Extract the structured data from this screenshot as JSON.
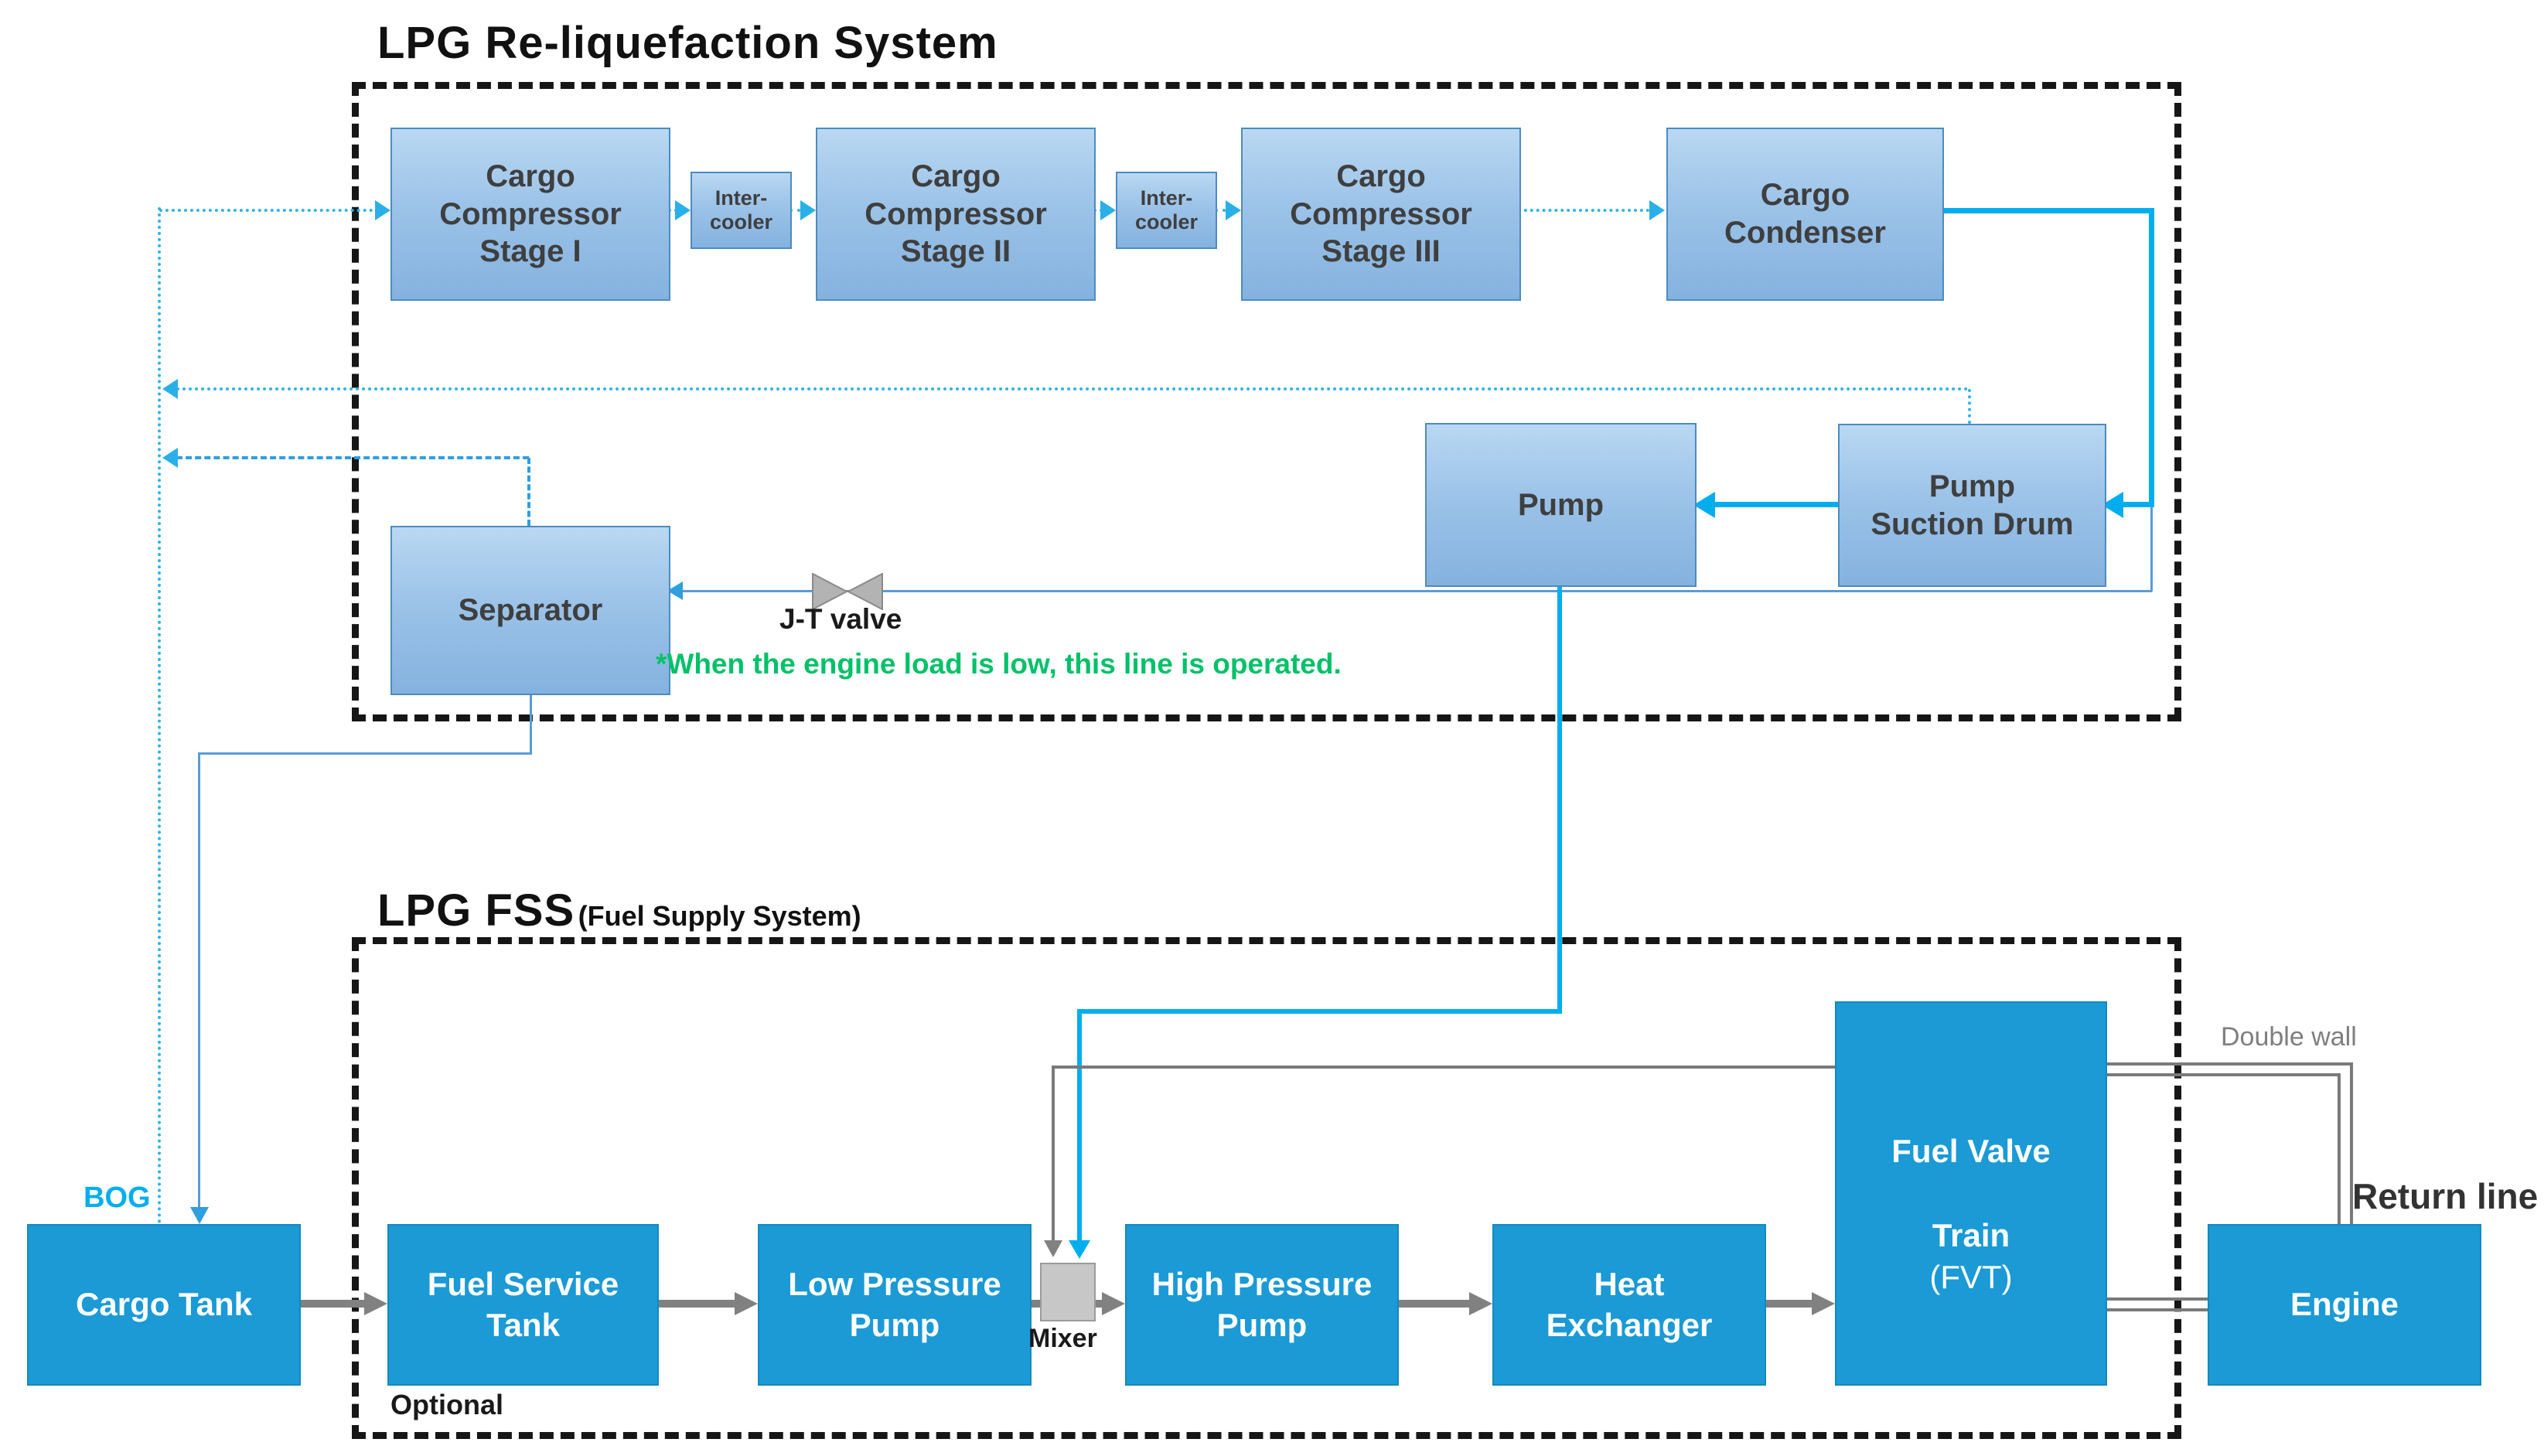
{
  "titles": {
    "reliq": "LPG Re-liquefaction System",
    "fss_main": "LPG FSS",
    "fss_sub": "(Fuel Supply System)"
  },
  "reliq": {
    "stage1": "Cargo\nCompressor\nStage I",
    "intercooler1": "Inter-\ncooler",
    "stage2": "Cargo\nCompressor\nStage II",
    "intercooler2": "Inter-\ncooler",
    "stage3": "Cargo\nCompressor\nStage III",
    "condenser": "Cargo\nCondenser",
    "pump": "Pump",
    "pump_suction_drum": "Pump\nSuction Drum",
    "separator": "Separator",
    "jt_valve_label": "J-T valve",
    "note_green": "*When the engine load is low, this line is operated."
  },
  "fss": {
    "cargo_tank": "Cargo Tank",
    "fuel_service_tank": "Fuel Service\nTank",
    "low_pressure_pump": "Low Pressure\nPump",
    "mixer_label": "Mixer",
    "high_pressure_pump": "High Pressure\nPump",
    "heat_exchanger": "Heat\nExchanger",
    "fvt_line1": "Fuel Valve",
    "fvt_line2_bold": "Train",
    "fvt_line2_paren": "(FVT)",
    "engine": "Engine",
    "optional_label": "Optional"
  },
  "labels": {
    "bog": "BOG",
    "double_wall": "Double wall",
    "return_line": "Return line"
  },
  "colors": {
    "accent_cyan": "#00aeef",
    "dotted_cyan": "#2fb4e9",
    "dashed_blue": "#2f9fdf",
    "thin_blue": "#5b9bd5",
    "box_gradient_top": "#b9d8f2",
    "box_gradient_bottom": "#84b2df",
    "box_solid_blue": "#1b9ad5",
    "gray_flow": "#818181",
    "green_note": "#00c168",
    "mixer_gray": "#c7c7c7"
  }
}
